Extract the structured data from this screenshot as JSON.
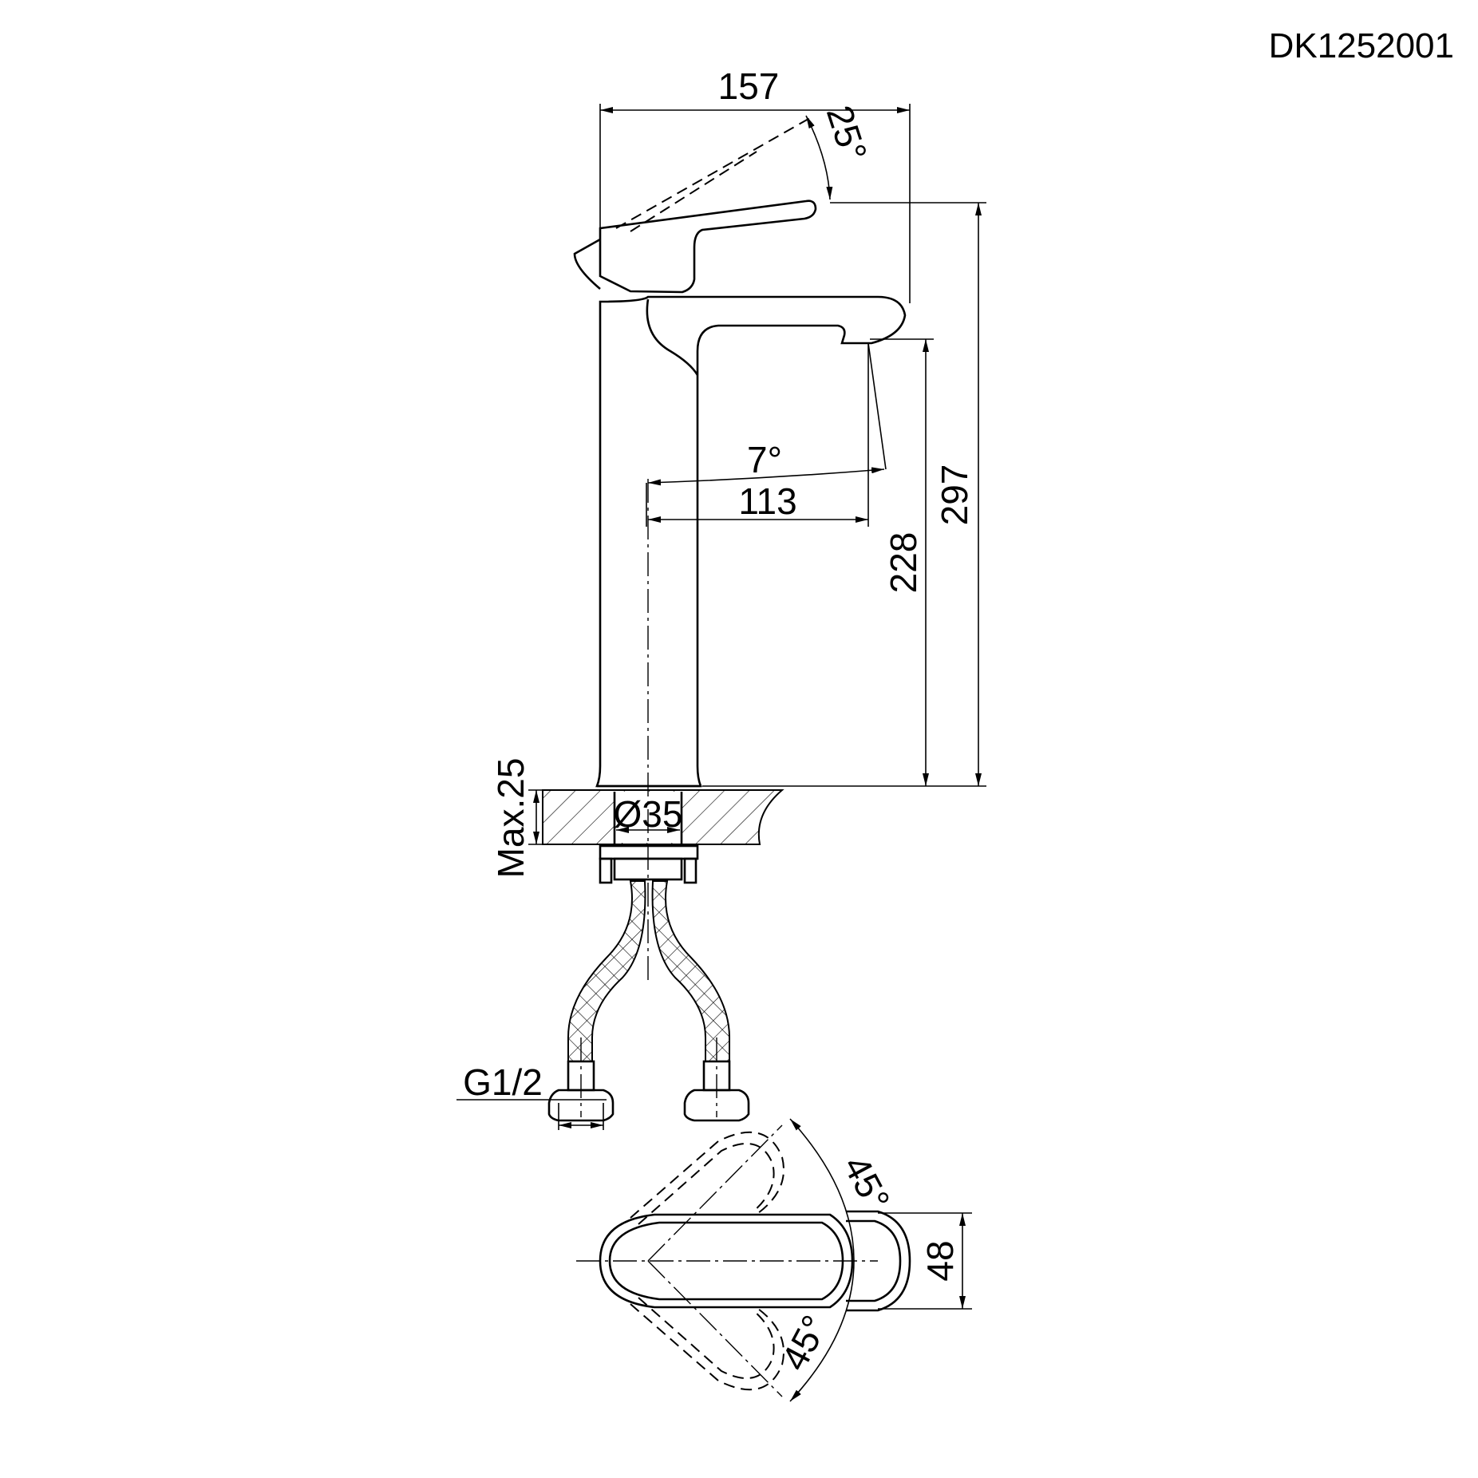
{
  "document": {
    "model_code": "DK1252001",
    "type": "faucet technical drawing"
  },
  "side_view": {
    "dimensions": {
      "overall_length": "157",
      "lever_lift_angle": "25°",
      "overall_height": "297",
      "spout_height": "228",
      "spout_reach": "113",
      "spout_tilt_angle": "7°",
      "max_counter_thickness": "Max.25",
      "mounting_hole_diameter": "Ø35",
      "hose_thread": "G1/2"
    }
  },
  "top_view": {
    "dimensions": {
      "lever_rotation_left": "45°",
      "lever_rotation_right": "45°",
      "body_width": "48"
    }
  },
  "colors": {
    "line": "#000000",
    "background": "#ffffff"
  }
}
